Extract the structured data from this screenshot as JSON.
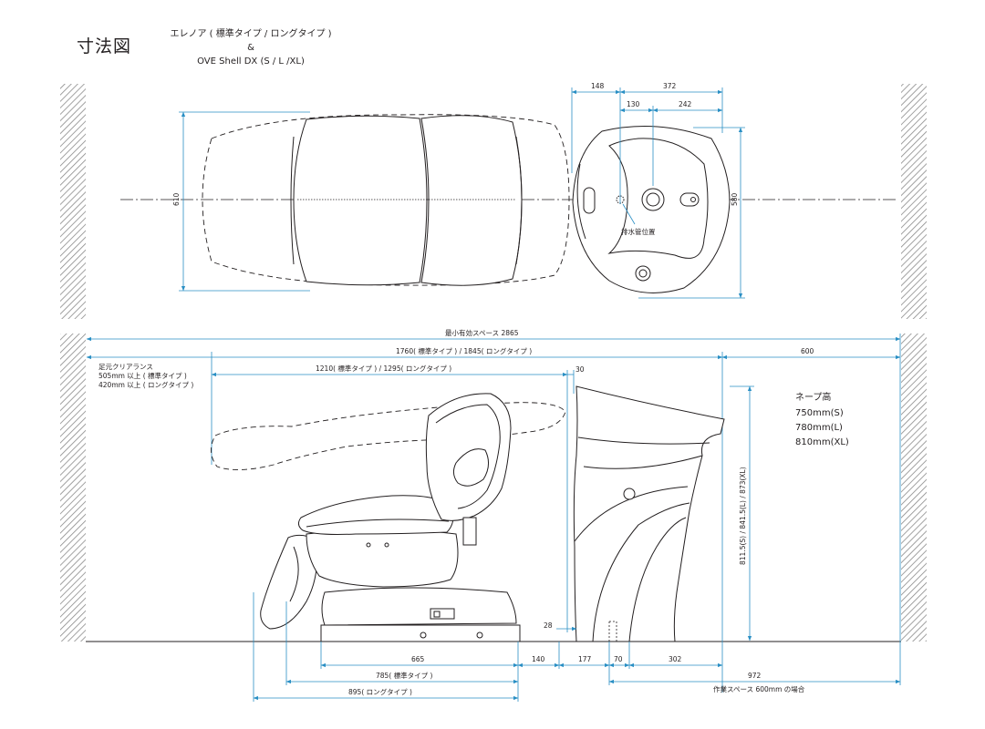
{
  "title": {
    "main": "寸法図",
    "product_line1": "エレノア ( 標準タイプ / ロングタイプ )",
    "product_line2": "&",
    "product_line3": "OVE Shell DX (S / L /XL)"
  },
  "top_view": {
    "dim_148": "148",
    "dim_372": "372",
    "dim_130": "130",
    "dim_242": "242",
    "dim_610": "610",
    "dim_580": "580",
    "drain_label": "排水管位置"
  },
  "side_view": {
    "min_space": "最小有効スペース 2865",
    "length_chair": "1760( 標準タイプ ) / 1845( ロングタイプ )",
    "dim_600": "600",
    "foot_clearance_title": "足元クリアランス",
    "foot_clearance_std": "505mm 以上 ( 標準タイプ )",
    "foot_clearance_long": "420mm 以上 ( ロングタイプ )",
    "length_seat": "1210( 標準タイプ ) / 1295( ロングタイプ )",
    "dim_30": "30",
    "neck_title": "ネープ高",
    "neck_s": "750mm(S)",
    "neck_l": "780mm(L)",
    "neck_xl": "810mm(XL)",
    "height_shell": "811.5(S) / 841.5(L) / 873(XL)",
    "dim_28": "28",
    "dim_665": "665",
    "dim_140": "140",
    "dim_177": "177",
    "dim_70": "70",
    "dim_302": "302",
    "dim_785": "785( 標準タイプ )",
    "dim_895": "895( ロングタイプ )",
    "dim_972": "972",
    "work_space": "作業スペース 600mm の場合"
  }
}
